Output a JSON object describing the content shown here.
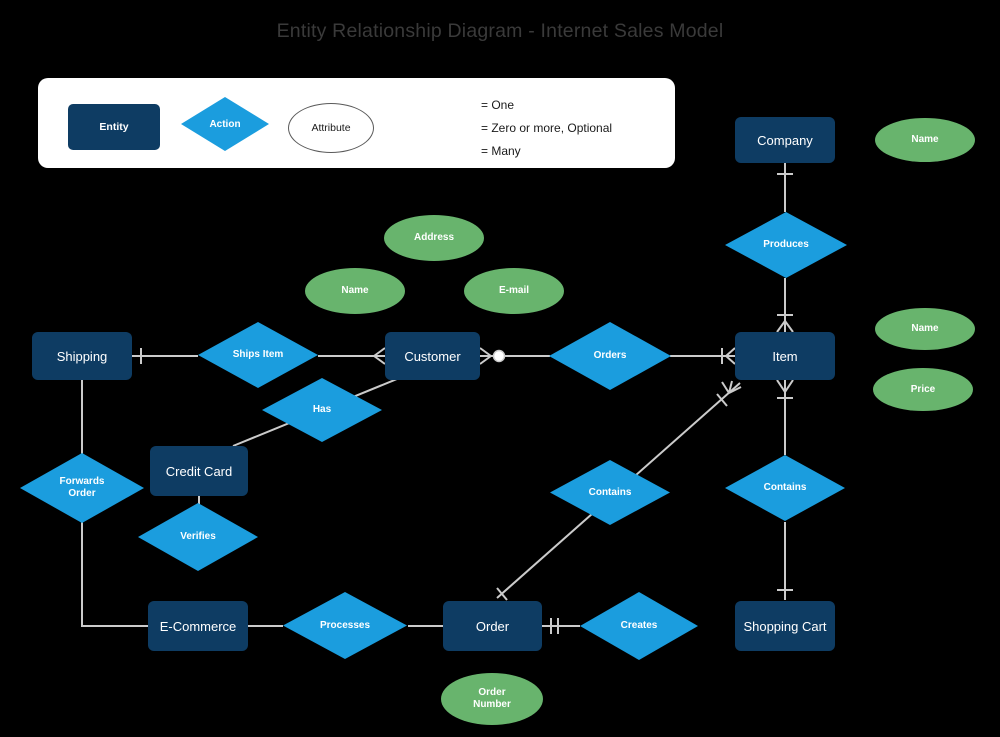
{
  "title": "Entity Relationship Diagram - Internet Sales Model",
  "colors": {
    "background": "#000000",
    "title_text": "#3a3a3a",
    "entity_fill": "#0e3c63",
    "action_fill": "#1b9dde",
    "attribute_fill": "#68b46d",
    "connector": "#cbcbcb",
    "legend_symbol": "#8a8a8a"
  },
  "legend": {
    "entity_label": "Entity",
    "action_label": "Action",
    "attribute_label": "Attribute",
    "one_label": "= One",
    "zero_label": "= Zero or more, Optional",
    "many_label": "= Many"
  },
  "entities": {
    "company": "Company",
    "shipping": "Shipping",
    "customer": "Customer",
    "item": "Item",
    "credit_card": "Credit Card",
    "ecommerce": "E-Commerce",
    "order": "Order",
    "shopping_cart": "Shopping Cart"
  },
  "actions": {
    "produces": "Produces",
    "ships_item": "Ships Item",
    "orders": "Orders",
    "has": "Has",
    "forwards_order": "Forwards Order",
    "verifies": "Verifies",
    "contains_order": "Contains",
    "contains_cart": "Contains",
    "processes": "Processes",
    "creates": "Creates"
  },
  "attributes": {
    "company_name": "Name",
    "address": "Address",
    "customer_name": "Name",
    "email": "E-mail",
    "item_name": "Name",
    "price": "Price",
    "order_number": "Order Number"
  }
}
